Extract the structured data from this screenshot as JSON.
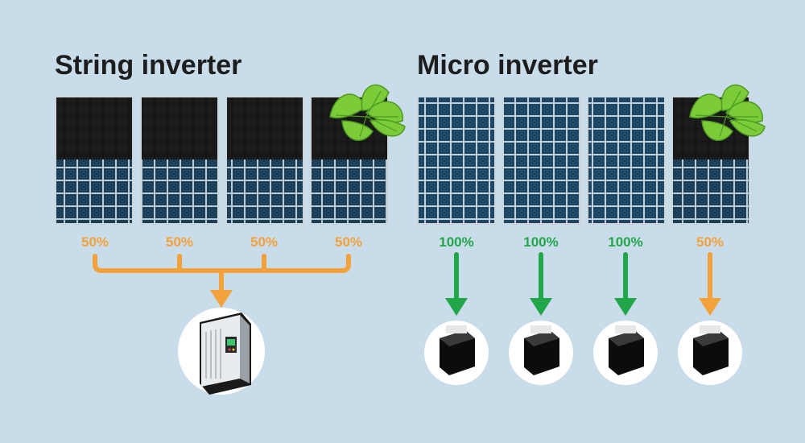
{
  "left": {
    "title": "String inverter",
    "percentages": [
      "50%",
      "50%",
      "50%",
      "50%"
    ]
  },
  "right": {
    "title": "Micro inverter",
    "percentages": [
      "100%",
      "100%",
      "100%",
      "50%"
    ]
  },
  "colors": {
    "background": "#c9dcea",
    "orange": "#f3a13b",
    "green": "#22a64a",
    "panel_dark": "#141414",
    "panel_blue": "#1d3f58",
    "leaf": "#7ccc3a"
  },
  "icons": {
    "shade": "leaf-icon",
    "string_inverter": "string-inverter-icon",
    "micro_inverter": "micro-inverter-icon"
  }
}
